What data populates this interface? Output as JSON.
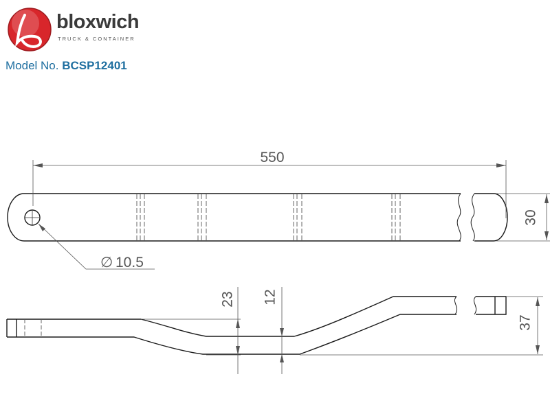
{
  "brand": {
    "name": "bloxwich",
    "tagline": "TRUCK & CONTAINER",
    "logo_color": "#d8262b"
  },
  "model": {
    "label": "Model No.",
    "number": "BCSP12401",
    "color": "#1f6fa0"
  },
  "dimensions": {
    "length": "550",
    "width": "30",
    "hole_diameter": "10.5",
    "diameter_symbol": "∅",
    "offset_23": "23",
    "thickness": "12",
    "height": "37"
  }
}
